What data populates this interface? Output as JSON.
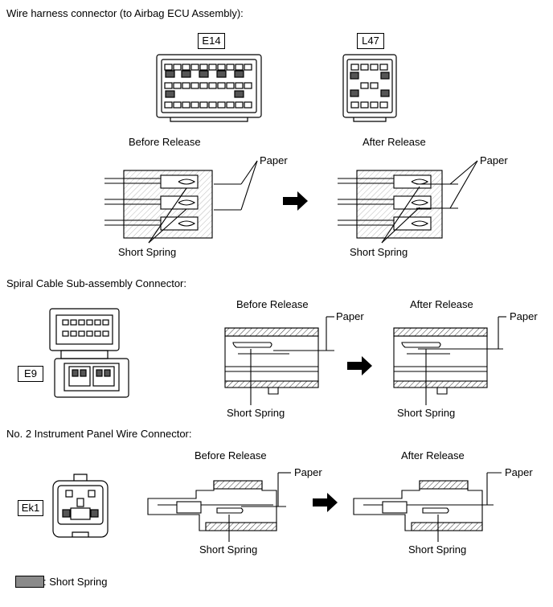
{
  "sections": [
    {
      "title": "Wire harness connector (to Airbag ECU Assembly):",
      "connectors": [
        {
          "code": "E14"
        },
        {
          "code": "L47"
        }
      ],
      "before_label": "Before Release",
      "after_label": "After Release",
      "paper_label": "Paper",
      "spring_label": "Short Spring"
    },
    {
      "title": "Spiral Cable Sub-assembly Connector:",
      "connectors": [
        {
          "code": "E9"
        }
      ],
      "before_label": "Before Release",
      "after_label": "After Release",
      "paper_label": "Paper",
      "spring_label": "Short Spring"
    },
    {
      "title": "No. 2 Instrument Panel Wire Connector:",
      "connectors": [
        {
          "code": "Ek1"
        }
      ],
      "before_label": "Before Release",
      "after_label": "After Release",
      "paper_label": "Paper",
      "spring_label": "Short Spring"
    }
  ],
  "legend": {
    "label": ": Short Spring",
    "swatch_color": "#8a8a8a"
  }
}
